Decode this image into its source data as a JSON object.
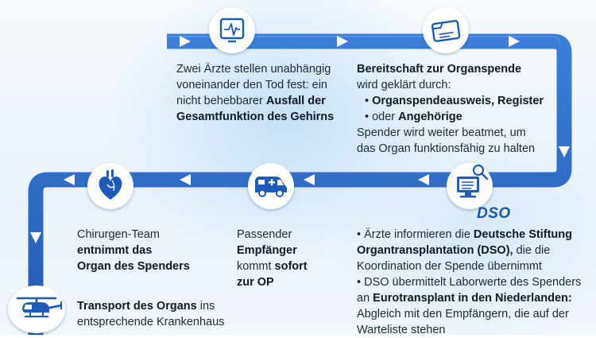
{
  "steps": {
    "death": {
      "line1": "Zwei Ärzte stellen unabhängig",
      "line2": "voneinander den Tod fest: ein",
      "line3_pre": "nicht behebbarer ",
      "line3_bold": "Ausfall der",
      "line4_bold": "Gesamtfunktion des Gehirns"
    },
    "consent": {
      "title_bold": "Bereitschaft zur Organspende",
      "line2": "wird geklärt durch:",
      "bullet1_bold": "Organspendeausweis, Register",
      "bullet2_pre": "oder ",
      "bullet2_bold": "Angehörige",
      "line5": "Spender wird weiter beatmet, um",
      "line6": "das Organ funktionsfähig zu halten"
    },
    "dso": {
      "logo": "DSO",
      "l1_pre": "Ärzte informieren die ",
      "l1_bold": "Deutsche Stiftung",
      "l2_bold": "Organtransplantation (DSO),",
      "l2_post": " die die",
      "l3": "Koordination der Spende übernimmt",
      "l4": "DSO übermittelt Laborwerte des Spenders",
      "l5_pre": "an ",
      "l5_bold": "Eurotransplant in den Niederlanden:",
      "l6": "Abgleich mit den Empfängern, die auf der",
      "l7": "Warteliste stehen"
    },
    "recipient": {
      "line1": "Passender",
      "line2_bold": "Empfänger",
      "line3_pre": "kommt ",
      "line3_bold": "sofort",
      "line4_bold": "zur OP"
    },
    "surgery": {
      "line1": "Chirurgen-Team",
      "line2_bold": "entnimmt das",
      "line3_bold": "Organ des Spenders"
    },
    "transport": {
      "line1_bold": "Transport des Organs",
      "line1_post": " ins",
      "line2": "entsprechende Krankenhaus"
    }
  },
  "icons": [
    "heart-monitor-icon",
    "organ-donor-card-icon",
    "computer-search-icon",
    "ambulance-icon",
    "heart-icon",
    "helicopter-icon"
  ],
  "colors": {
    "path": "#2f6fc9",
    "icon_bg": "#ffffff",
    "icon_line": "#1e5bb8",
    "dso": "#1a57a8"
  }
}
